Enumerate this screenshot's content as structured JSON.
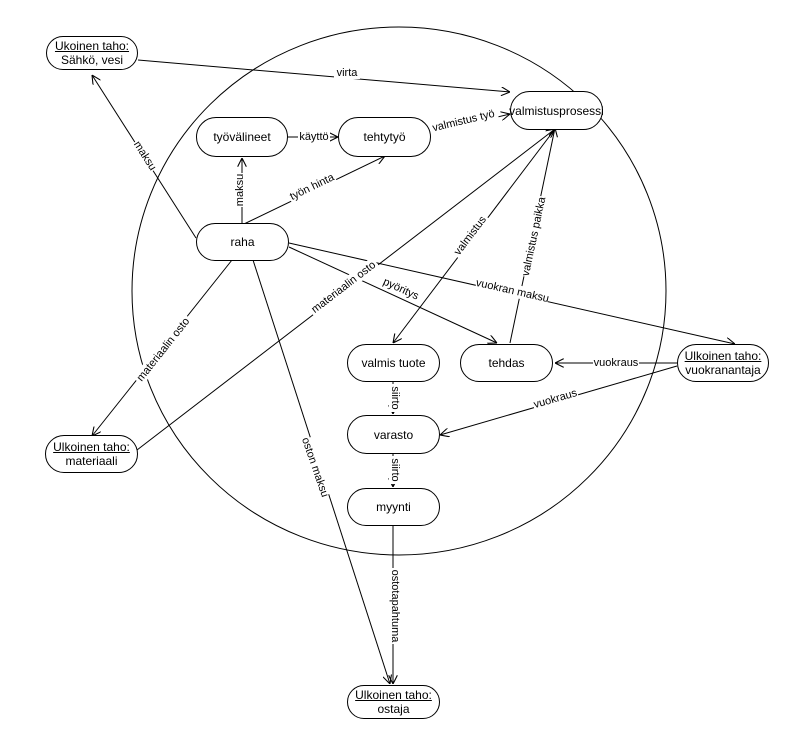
{
  "nodes": {
    "sahko_vesi": {
      "head": "Ukoinen taho:",
      "text": "Sähkö, vesi"
    },
    "valmistusprosessi": {
      "text": "valmistusprosessi"
    },
    "tyovalineet": {
      "text": "työvälineet"
    },
    "tehtytyo": {
      "text": "tehtytyö"
    },
    "raha": {
      "text": "raha"
    },
    "valmis_tuote": {
      "text": "valmis tuote"
    },
    "tehdas": {
      "text": "tehdas"
    },
    "vuokranantaja": {
      "head": "Ulkoinen taho:",
      "text": "vuokranantaja"
    },
    "varasto": {
      "text": "varasto"
    },
    "materiaali": {
      "head": "Ulkoinen taho:",
      "text": "materiaali"
    },
    "myynti": {
      "text": "myynti"
    },
    "ostaja": {
      "head": "Ulkoinen taho:",
      "text": "ostaja"
    }
  },
  "edges": {
    "virta": "virta",
    "maksu_sahko": "maksu",
    "kaytto": "käyttö",
    "valmistus_tyo": "valmistus työ",
    "maksu_tyovalineet": "maksu",
    "tyon_hinta": "työn hinta",
    "materiaalin_osto_left": "materiaalin osto",
    "materiaalin_osto_right": "materiaalin osto",
    "pyoritys": "pyöritys",
    "vuokran_maksu": "vuokran maksu",
    "valmistus": "valmistus",
    "valmistus_paikka": "valmistus paikka",
    "vuokraus_tehdas": "vuokraus",
    "vuokraus_varasto": "vuokraus",
    "siirto_1": "siirto",
    "siirto_2": "siirto",
    "oston_maksu": "oston maksu",
    "ostotapahtuma": "ostotapahtuma"
  }
}
